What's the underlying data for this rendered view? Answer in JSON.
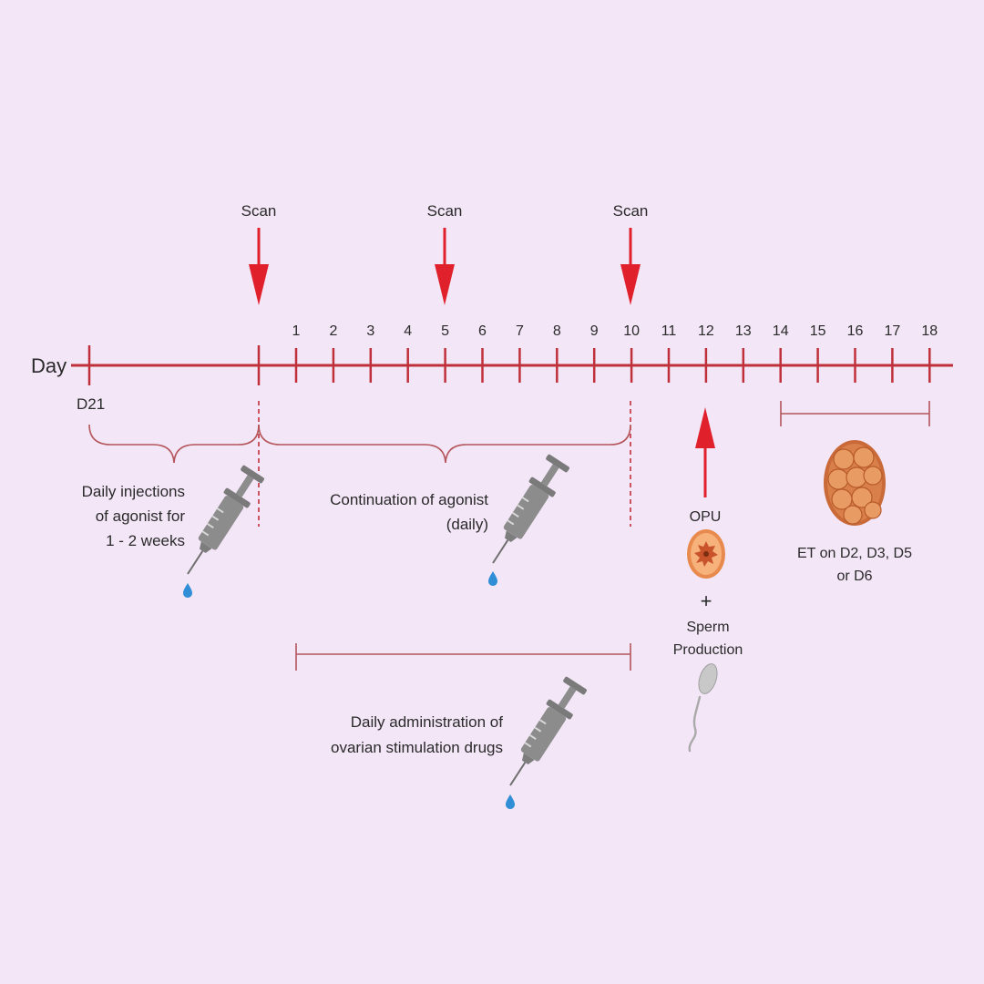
{
  "colors": {
    "background": "#f3e6f7",
    "timeline": "#c0303a",
    "arrow": "#e0202b",
    "bracket": "#b4555a",
    "dashed": "#c0303a",
    "syringe_body": "#8c8c8c",
    "drop": "#2f8ed6",
    "egg_outer": "#e88a4e",
    "embryo": "#c96a38"
  },
  "axis": {
    "label": "Day",
    "start_label": "D21",
    "ticks": [
      "1",
      "2",
      "3",
      "4",
      "5",
      "6",
      "7",
      "8",
      "9",
      "10",
      "11",
      "12",
      "13",
      "14",
      "15",
      "16",
      "17",
      "18"
    ]
  },
  "scans": [
    {
      "label": "Scan",
      "at": "start"
    },
    {
      "label": "Scan",
      "at": "5"
    },
    {
      "label": "Scan",
      "at": "10"
    }
  ],
  "phases": {
    "downreg": {
      "lines": [
        "Daily injections",
        "of agonist for",
        "1 - 2 weeks"
      ],
      "icon": "syringe-icon"
    },
    "continuation": {
      "lines": [
        "Continuation of agonist",
        "(daily)"
      ],
      "icon": "syringe-icon"
    },
    "stimulation": {
      "lines": [
        "Daily administration of",
        "ovarian stimulation drugs"
      ],
      "icon": "syringe-icon",
      "from": "1",
      "to": "10"
    }
  },
  "opu": {
    "label": "OPU",
    "at": "12",
    "plus": "+",
    "sperm_lines": [
      "Sperm",
      "Production"
    ],
    "egg_icon": "egg-icon",
    "sperm_icon": "sperm-icon"
  },
  "et": {
    "lines": [
      "ET on D2, D3, D5",
      "or D6"
    ],
    "from": "14",
    "to": "18",
    "icon": "embryo-icon"
  }
}
